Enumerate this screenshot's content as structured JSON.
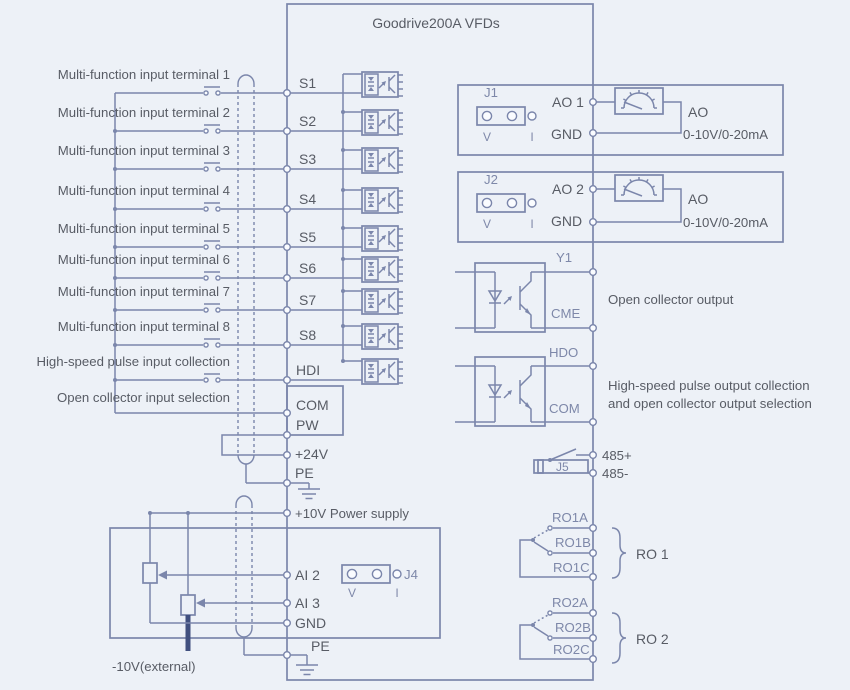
{
  "title": "Goodrive200A VFDs",
  "inputs": {
    "rows": [
      {
        "label": "Multi-function input terminal 1",
        "terminal": "S1"
      },
      {
        "label": "Multi-function input terminal 2",
        "terminal": "S2"
      },
      {
        "label": "Multi-function input terminal 3",
        "terminal": "S3"
      },
      {
        "label": "Multi-function input terminal 4",
        "terminal": "S4"
      },
      {
        "label": "Multi-function input terminal 5",
        "terminal": "S5"
      },
      {
        "label": "Multi-function input terminal 6",
        "terminal": "S6"
      },
      {
        "label": "Multi-function input terminal 7",
        "terminal": "S7"
      },
      {
        "label": "Multi-function input terminal 8",
        "terminal": "S8"
      },
      {
        "label": "High-speed pulse input collection",
        "terminal": "HDI"
      }
    ],
    "open_collector_label": "Open collector input selection",
    "com": "COM",
    "pw": "PW"
  },
  "power": {
    "v24": "+24V",
    "pe1": "PE",
    "v10": "+10V Power supply",
    "minus10": "-10V(external)",
    "pe2": "PE"
  },
  "analog": {
    "ai2": "AI 2",
    "ai3": "AI 3",
    "gnd": "GND",
    "jumper": {
      "name": "J4",
      "v": "V",
      "i": "I"
    }
  },
  "ao": [
    {
      "jumper": "J1",
      "v": "V",
      "i": "I",
      "terminal": "AO 1",
      "gnd": "GND",
      "label": "AO",
      "range": "0-10V/0-20mA"
    },
    {
      "jumper": "J2",
      "v": "V",
      "i": "I",
      "terminal": "AO 2",
      "gnd": "GND",
      "label": "AO",
      "range": "0-10V/0-20mA"
    }
  ],
  "open_collector_output": {
    "terminal_top": "Y1",
    "terminal_bottom": "CME",
    "desc": "Open collector output"
  },
  "pulse_output": {
    "terminal_top": "HDO",
    "terminal_bottom": "COM",
    "desc1": "High-speed pulse output collection",
    "desc2": "and open collector output selection"
  },
  "rs485": {
    "jumper": "J5",
    "plus": "485+",
    "minus": "485-"
  },
  "relays": [
    {
      "a": "RO1A",
      "b": "RO1B",
      "c": "RO1C",
      "name": "RO 1"
    },
    {
      "a": "RO2A",
      "b": "RO2B",
      "c": "RO2C",
      "name": "RO 2"
    }
  ],
  "colors": {
    "background": "#edf1f7",
    "line": "#7b86ab",
    "text": "#585c65",
    "secondary_text": "#7e88a9",
    "bold_wire": "#41507f"
  }
}
